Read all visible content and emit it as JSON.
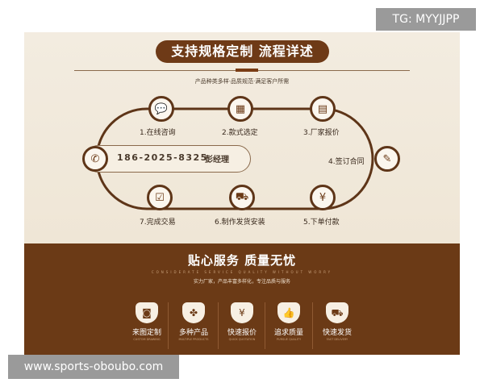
{
  "header": {
    "title": "支持规格定制 流程详述",
    "subtitle": "产品种类多样·品质规范·满足客户所需"
  },
  "process": {
    "steps": [
      {
        "label": "1.在线咨询",
        "icon": "chat-icon",
        "glyph": "💬"
      },
      {
        "label": "2.款式选定",
        "icon": "grid-check-icon",
        "glyph": "▦"
      },
      {
        "label": "3.厂家报价",
        "icon": "quote-document-icon",
        "glyph": "▤"
      },
      {
        "label": "4.签订合同",
        "icon": "contract-icon",
        "glyph": "✎"
      },
      {
        "label": "5.下单付款",
        "icon": "payment-icon",
        "glyph": "¥"
      },
      {
        "label": "6.制作发货安装",
        "icon": "truck-icon",
        "glyph": "⛟"
      },
      {
        "label": "7.完成交易",
        "icon": "clipboard-check-icon",
        "glyph": "☑"
      }
    ],
    "phone": "186-2025-8325",
    "manager": "彭经理",
    "phone_icon": "phone-icon"
  },
  "service": {
    "title": "贴心服务 质量无忧",
    "english": "CONSIDERATE SERVICE QUALITY WITHOUT WORRY",
    "subtitle": "实力厂家，产品丰富多样化，专注品质与服务",
    "features": [
      {
        "label": "来图定制",
        "en": "CUSTOM DRAWING",
        "icon": "camera-icon",
        "glyph": "◙"
      },
      {
        "label": "多种产品",
        "en": "MULTIPLE PRODUCTS",
        "icon": "clover-icon",
        "glyph": "✤"
      },
      {
        "label": "快速报价",
        "en": "QUICK QUOTATION",
        "icon": "price-tag-icon",
        "glyph": "¥"
      },
      {
        "label": "追求质量",
        "en": "PURSUE QUALITY",
        "icon": "thumbs-up-icon",
        "glyph": "👍"
      },
      {
        "label": "快速发货",
        "en": "FAST DELIVERY",
        "icon": "truck-icon",
        "glyph": "⛟"
      }
    ]
  },
  "watermarks": {
    "tg": "TG: MYYJJPP",
    "site": "www.sports-oboubo.com"
  },
  "colors": {
    "brown": "#6b3a16",
    "cream": "#f3ece0"
  }
}
